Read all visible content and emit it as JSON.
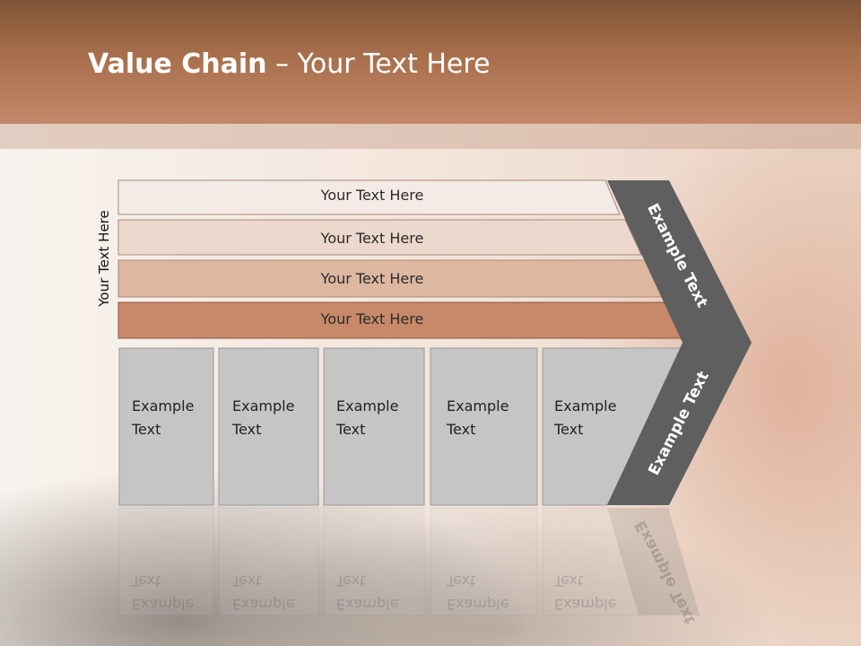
{
  "slide": {
    "title_bold": "Value Chain",
    "title_rest": " – Your Text Here",
    "side_label": "Your Text Here"
  },
  "bars": [
    {
      "label": "Your Text Here",
      "color": "#f4ebe6"
    },
    {
      "label": "Your Text Here",
      "color": "#ecd8cc"
    },
    {
      "label": "Your Text Here",
      "color": "#deb7a0"
    },
    {
      "label": "Your Text Here",
      "color": "#c7896a"
    }
  ],
  "columns": [
    {
      "line1": "Example",
      "line2": "Text"
    },
    {
      "line1": "Example",
      "line2": "Text"
    },
    {
      "line1": "Example",
      "line2": "Text"
    },
    {
      "line1": "Example",
      "line2": "Text"
    },
    {
      "line1": "Example",
      "line2": "Text"
    }
  ],
  "chevron": {
    "upper_text": "Example Text",
    "lower_text": "Example Text",
    "color": "#5f5f5f"
  },
  "colors": {
    "column_fill": "#c5c5c5",
    "column_border": "#9a9a9a"
  }
}
